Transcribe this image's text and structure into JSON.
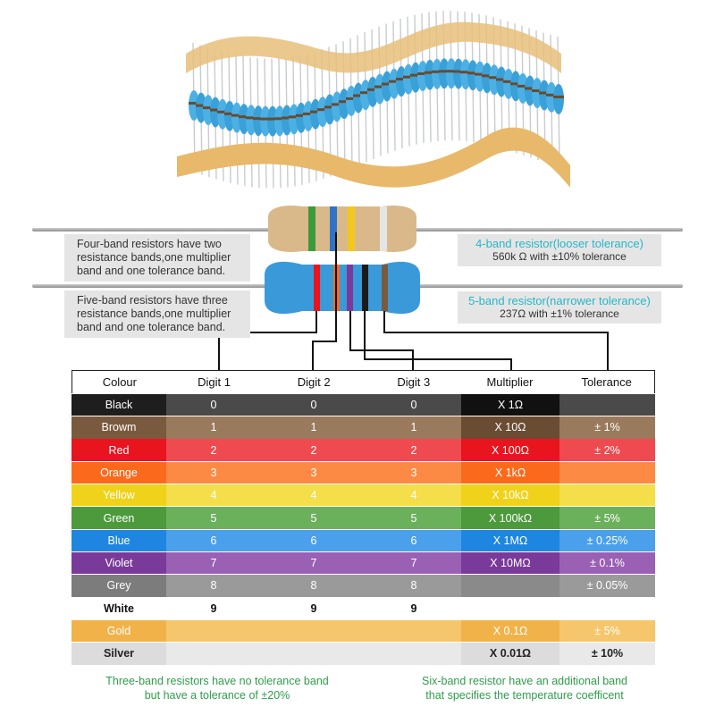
{
  "four_band_info": {
    "lines": [
      "Four-band resistors have two",
      "resistance bands,one multiplier",
      "band and one tolerance band."
    ]
  },
  "five_band_info": {
    "lines": [
      "Five-band resistors have three",
      "resistance bands,one multiplier",
      "band and one tolerance band."
    ]
  },
  "four_band_example": {
    "title": "4-band resistor(looser tolerance)",
    "description": "560k Ω with ±10% tolerance"
  },
  "five_band_example": {
    "title": "5-band resistor(narrower tolerance)",
    "description": "237Ω with ±1% tolerance"
  },
  "table": {
    "headers": [
      "Colour",
      "Digit 1",
      "Digit 2",
      "Digit 3",
      "Multiplier",
      "Tolerance"
    ],
    "rows": [
      {
        "colour": "Black",
        "d1": "0",
        "d2": "0",
        "d3": "0",
        "multiplier": "X 1Ω",
        "tolerance": "",
        "c_name": "#1e1e1e",
        "c_cell": "#4a4a4a",
        "c_mult": "#111111",
        "c_tol": "#4a4a4a",
        "text": "#ffffff"
      },
      {
        "colour": "Browm",
        "d1": "1",
        "d2": "1",
        "d3": "1",
        "multiplier": "X 10Ω",
        "tolerance": "± 1%",
        "c_name": "#7a5a3e",
        "c_cell": "#9a7a5c",
        "c_mult": "#6a4c32",
        "c_tol": "#9a7a5c",
        "text": "#ffffff"
      },
      {
        "colour": "Red",
        "d1": "2",
        "d2": "2",
        "d3": "2",
        "multiplier": "X 100Ω",
        "tolerance": "± 2%",
        "c_name": "#e8141e",
        "c_cell": "#ee4a50",
        "c_mult": "#e8141e",
        "c_tol": "#ee4a50",
        "text": "#ffffff"
      },
      {
        "colour": "Orange",
        "d1": "3",
        "d2": "3",
        "d3": "3",
        "multiplier": "X 1kΩ",
        "tolerance": "",
        "c_name": "#fb6a1c",
        "c_cell": "#fd8a44",
        "c_mult": "#fb6a1c",
        "c_tol": "#fd8a44",
        "text": "#ffffff"
      },
      {
        "colour": "Yellow",
        "d1": "4",
        "d2": "4",
        "d3": "4",
        "multiplier": "X 10kΩ",
        "tolerance": "",
        "c_name": "#f1d21a",
        "c_cell": "#f4de4a",
        "c_mult": "#f1d21a",
        "c_tol": "#f4de4a",
        "text": "#ffffff"
      },
      {
        "colour": "Green",
        "d1": "5",
        "d2": "5",
        "d3": "5",
        "multiplier": "X 100kΩ",
        "tolerance": "± 5%",
        "c_name": "#4c9a3c",
        "c_cell": "#6bb15c",
        "c_mult": "#4c9a3c",
        "c_tol": "#6bb15c",
        "text": "#ffffff"
      },
      {
        "colour": "Blue",
        "d1": "6",
        "d2": "6",
        "d3": "6",
        "multiplier": "X 1MΩ",
        "tolerance": "± 0.25%",
        "c_name": "#1e86e0",
        "c_cell": "#4aa0ea",
        "c_mult": "#1e86e0",
        "c_tol": "#4aa0ea",
        "text": "#ffffff"
      },
      {
        "colour": "Violet",
        "d1": "7",
        "d2": "7",
        "d3": "7",
        "multiplier": "X 10MΩ",
        "tolerance": "± 0.1%",
        "c_name": "#7a3a9a",
        "c_cell": "#9a60b4",
        "c_mult": "#7a3a9a",
        "c_tol": "#9a60b4",
        "text": "#ffffff"
      },
      {
        "colour": "Grey",
        "d1": "8",
        "d2": "8",
        "d3": "8",
        "multiplier": "",
        "tolerance": "± 0.05%",
        "c_name": "#7c7c7c",
        "c_cell": "#9a9a9a",
        "c_mult": "#8a8a8a",
        "c_tol": "#9a9a9a",
        "text": "#ffffff"
      },
      {
        "colour": "White",
        "d1": "9",
        "d2": "9",
        "d3": "9",
        "multiplier": "",
        "tolerance": "",
        "c_name": "#ffffff",
        "c_cell": "#ffffff",
        "c_mult": "#ffffff",
        "c_tol": "#ffffff",
        "text": "#111111"
      },
      {
        "colour": "Gold",
        "d1": "",
        "d2": "",
        "d3": "",
        "multiplier": "X 0.1Ω",
        "tolerance": "± 5%",
        "c_name": "#f2b24a",
        "c_cell": "#f6c66c",
        "c_mult": "#f2b24a",
        "c_tol": "#f6c66c",
        "text": "#ffffff"
      },
      {
        "colour": "Silver",
        "d1": "",
        "d2": "",
        "d3": "",
        "multiplier": "X 0.01Ω",
        "tolerance": "± 10%",
        "c_name": "#dcdcdc",
        "c_cell": "#e9e9e9",
        "c_mult": "#dcdcdc",
        "c_tol": "#e9e9e9",
        "text": "#222222"
      }
    ]
  },
  "footnotes": {
    "three_band": [
      "Three-band resistors have no tolerance band",
      "but have a tolerance of ±20%"
    ],
    "six_band": [
      "Six-band resistor have an additional band",
      "that specifies the temperature coefficent"
    ]
  },
  "colors": {
    "cyan_title": "#25b7c8",
    "footnote_green": "#2e9e4a",
    "resistor_tan": "#d9b98a",
    "resistor_blue": "#3a9ad9"
  }
}
